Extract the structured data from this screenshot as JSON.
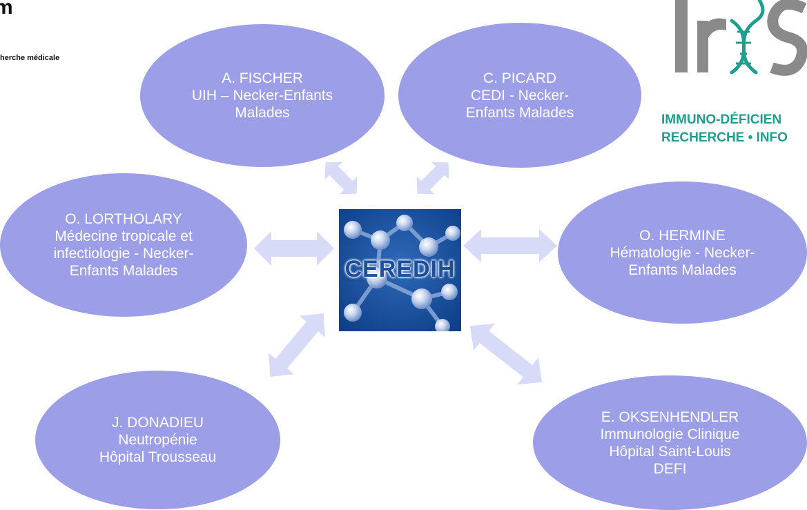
{
  "header": {
    "left_logo": {
      "wordmark": "m",
      "caption": "herche médicale"
    },
    "right_logo": {
      "wordmark": "Iris",
      "line_1": "IMMUNO-DÉFICIEN",
      "line_2": "RECHERCHE • INFO"
    }
  },
  "center": {
    "label": "CEREDIH"
  },
  "nodes": {
    "fischer": {
      "name": "A. FISCHER",
      "line_1": "UIH – Necker-Enfants",
      "line_2": "Malades"
    },
    "picard": {
      "name": "C. PICARD",
      "line_1": "CEDI - Necker-",
      "line_2": "Enfants Malades"
    },
    "lortholary": {
      "name": "O. LORTHOLARY",
      "line_1": "Médecine tropicale et",
      "line_2": "infectiologie - Necker-",
      "line_3": "Enfants Malades"
    },
    "hermine": {
      "name": "O. HERMINE",
      "line_1": "Hématologie - Necker-",
      "line_2": "Enfants Malades"
    },
    "donadieu": {
      "name": "J. DONADIEU",
      "line_1": "Neutropénie",
      "line_2": "Hôpital Trousseau"
    },
    "oksenhendler": {
      "name": "E. OKSENHENDLER",
      "line_1": "Immunologie Clinique",
      "line_2": "Hôpital Saint-Louis",
      "line_3": "DEFI"
    }
  },
  "colors": {
    "node_fill": "#9d9ee8",
    "arrow_fill": "#d7dbf8",
    "center_blue": "#1b4f9c",
    "iris_teal": "#1f9e8d"
  }
}
